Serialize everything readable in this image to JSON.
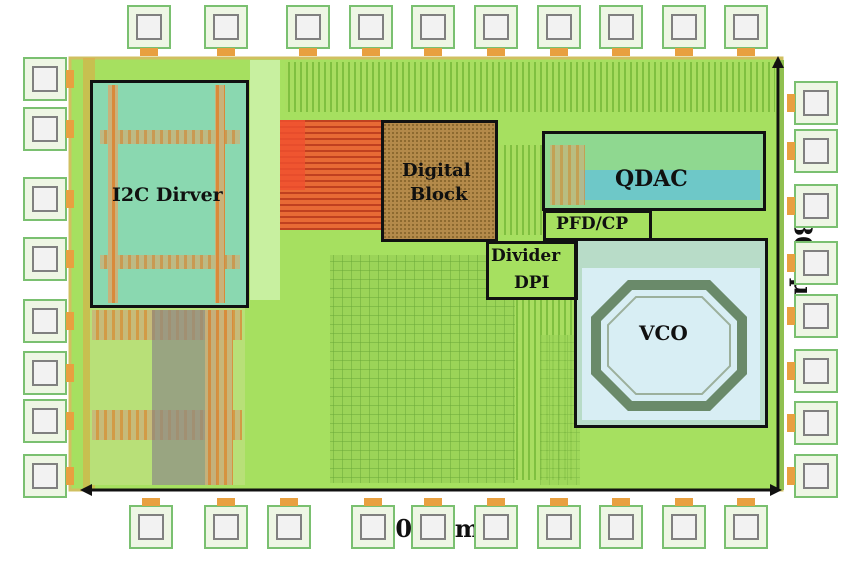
{
  "blocks": {
    "i2c_driver": "I2C Dirver",
    "digital_block_line1": "Digital",
    "digital_block_line2": "Block",
    "qdac": "QDAC",
    "pfd_cp": "PFD/CP",
    "divider": "Divider",
    "dpi": "DPI",
    "vco": "VCO"
  },
  "dimensions": {
    "width": "1100 µm",
    "height": "800 µm"
  },
  "colors": {
    "die_green": "#9bdc55",
    "die_light": "#c8f08a",
    "pad_ring": "#f0a040",
    "red_block": "#e8542a",
    "vco_fill": "#cfe8f0",
    "qdac_fill": "#6ec8c8"
  }
}
